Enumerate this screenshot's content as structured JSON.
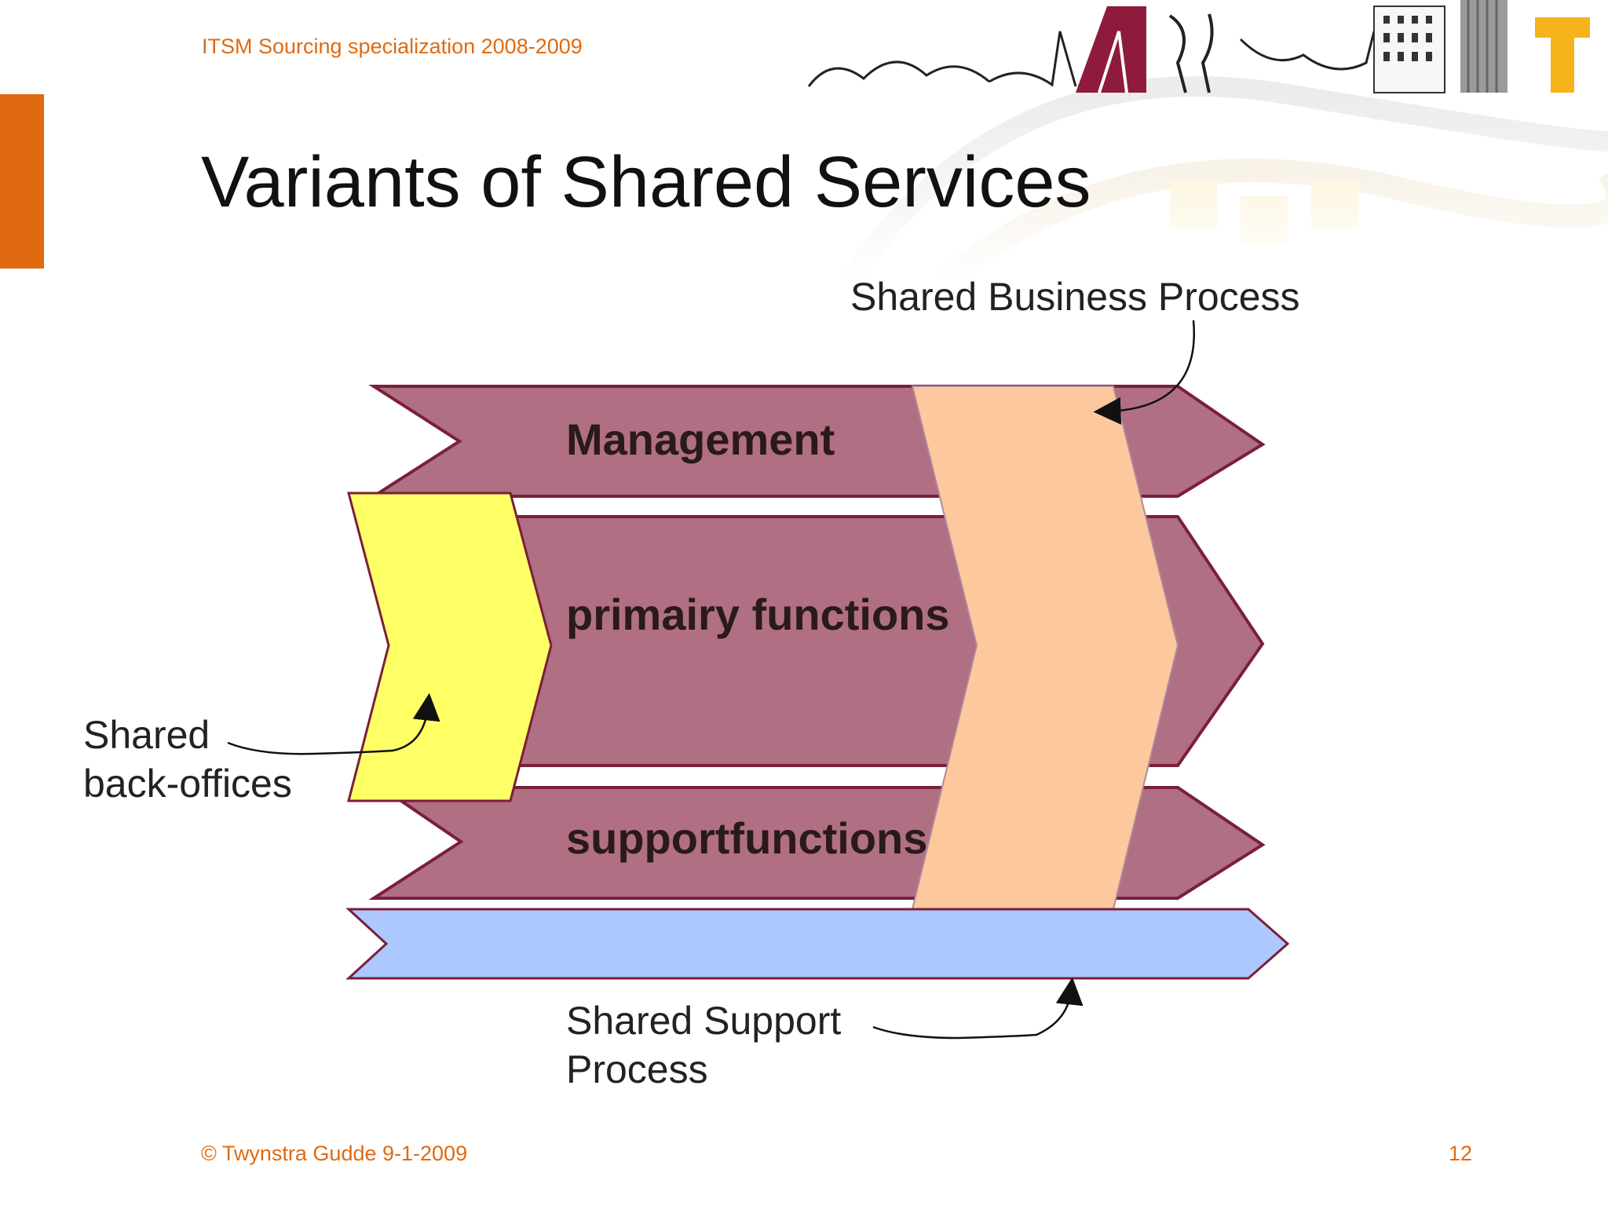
{
  "header": {
    "label": "ITSM Sourcing specialization 2008-2009"
  },
  "slide": {
    "title": "Variants of Shared Services"
  },
  "diagram": {
    "bars": {
      "management": "Management",
      "primary": "primairy functions",
      "support": "supportfunctions"
    },
    "callouts": {
      "business_process": "Shared Business Process",
      "back_offices_line1": "Shared",
      "back_offices_line2": "back-offices",
      "support_process_line1": "Shared Support",
      "support_process_line2": "Process"
    },
    "colors": {
      "bar_fill": "#b06f82",
      "bar_edge": "#7a1f3a",
      "back_office_fill": "#ffff66",
      "business_process_fill": "#fdc89d",
      "support_process_fill": "#adc8ff",
      "accent": "#e06a10"
    }
  },
  "footer": {
    "copyright": "© Twynstra Gudde  9-1-2009",
    "page_number": "12"
  }
}
